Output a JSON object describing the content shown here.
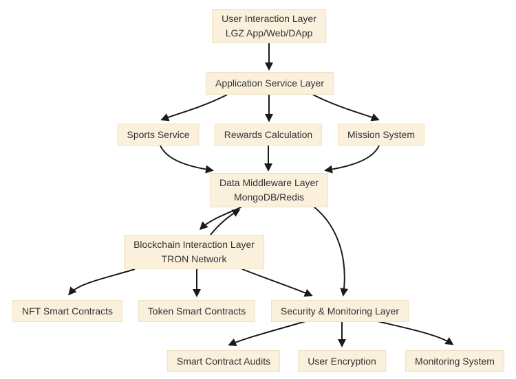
{
  "diagram": {
    "type": "flowchart",
    "direction": "top-down",
    "colors": {
      "node_fill": "#faf0dc",
      "node_border": "#f0e2c2",
      "text": "#333333",
      "edge": "#1a1a1a",
      "background": "#ffffff"
    },
    "nodes": [
      {
        "id": "user",
        "lines": [
          "User Interaction Layer",
          "LGZ App/Web/DApp"
        ]
      },
      {
        "id": "app",
        "lines": [
          "Application Service Layer"
        ]
      },
      {
        "id": "sports",
        "lines": [
          "Sports Service"
        ]
      },
      {
        "id": "rewards",
        "lines": [
          "Rewards Calculation"
        ]
      },
      {
        "id": "mission",
        "lines": [
          "Mission System"
        ]
      },
      {
        "id": "middleware",
        "lines": [
          "Data Middleware Layer",
          "MongoDB/Redis"
        ]
      },
      {
        "id": "blockchain",
        "lines": [
          "Blockchain Interaction Layer",
          "TRON Network"
        ]
      },
      {
        "id": "nft",
        "lines": [
          "NFT Smart Contracts"
        ]
      },
      {
        "id": "token",
        "lines": [
          "Token Smart Contracts"
        ]
      },
      {
        "id": "security",
        "lines": [
          "Security & Monitoring Layer"
        ]
      },
      {
        "id": "audits",
        "lines": [
          "Smart Contract Audits"
        ]
      },
      {
        "id": "encryption",
        "lines": [
          "User Encryption"
        ]
      },
      {
        "id": "monitoring",
        "lines": [
          "Monitoring System"
        ]
      }
    ],
    "edges": [
      {
        "from": "user",
        "to": "app"
      },
      {
        "from": "app",
        "to": "sports"
      },
      {
        "from": "app",
        "to": "rewards"
      },
      {
        "from": "app",
        "to": "mission"
      },
      {
        "from": "sports",
        "to": "middleware"
      },
      {
        "from": "rewards",
        "to": "middleware"
      },
      {
        "from": "mission",
        "to": "middleware"
      },
      {
        "from": "middleware",
        "to": "blockchain"
      },
      {
        "from": "blockchain",
        "to": "middleware"
      },
      {
        "from": "middleware",
        "to": "security"
      },
      {
        "from": "blockchain",
        "to": "nft"
      },
      {
        "from": "blockchain",
        "to": "token"
      },
      {
        "from": "blockchain",
        "to": "security"
      },
      {
        "from": "security",
        "to": "audits"
      },
      {
        "from": "security",
        "to": "encryption"
      },
      {
        "from": "security",
        "to": "monitoring"
      }
    ]
  }
}
